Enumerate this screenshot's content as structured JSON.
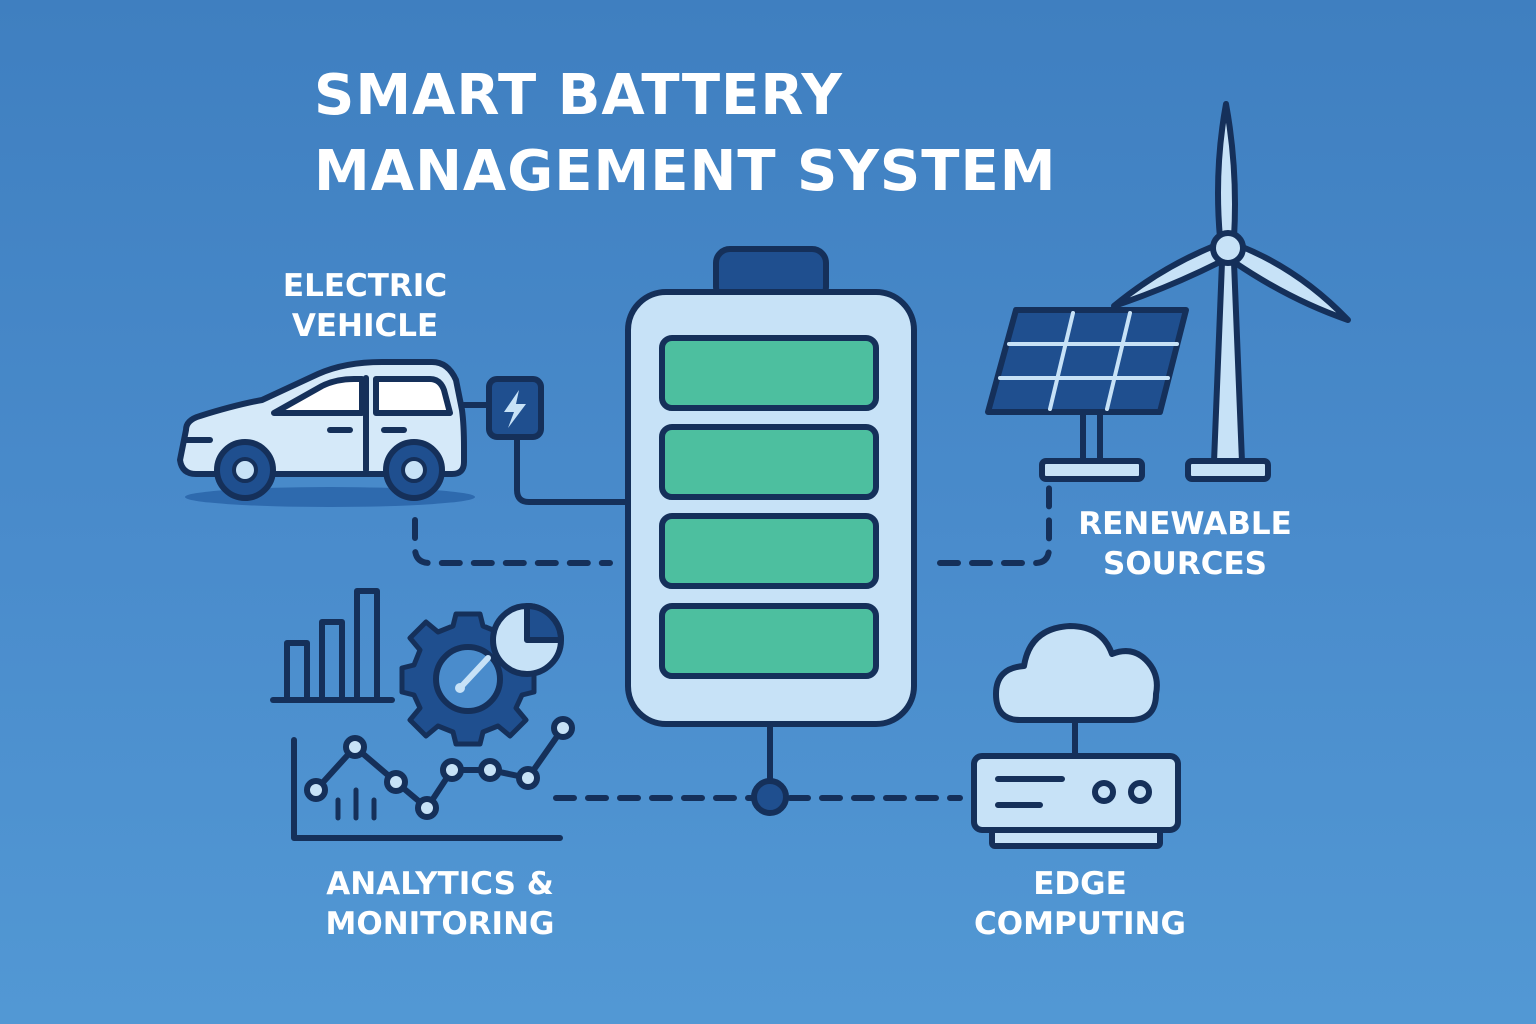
{
  "title": {
    "line1": "SMART BATTERY",
    "line2": "MANAGEMENT SYSTEM"
  },
  "nodes": {
    "electric_vehicle": {
      "line1": "ELECTRIC",
      "line2": "VEHICLE"
    },
    "renewable_sources": {
      "line1": "RENEWABLE",
      "line2": "SOURCES"
    },
    "analytics_monitoring": {
      "line1": "ANALYTICS &",
      "line2": "MONITORING"
    },
    "edge_computing": {
      "line1": "EDGE",
      "line2": "COMPUTING"
    }
  },
  "icons": {
    "center": "battery-icon",
    "ev": "electric-car-icon",
    "charger": "charging-plug-icon",
    "renewables": [
      "solar-panel-icon",
      "wind-turbine-icon"
    ],
    "analytics": [
      "bar-chart-icon",
      "gear-icon",
      "pie-chart-icon",
      "line-chart-icon"
    ],
    "edge": [
      "cloud-icon",
      "server-icon"
    ]
  },
  "battery": {
    "cells_filled": 4,
    "cells_total": 4
  },
  "colors": {
    "outline": "#15305a",
    "fill_light": "#c7e2f7",
    "cell_green": "#4dbf9f",
    "accent_dark": "#1f4f8f",
    "text": "#ffffff"
  }
}
